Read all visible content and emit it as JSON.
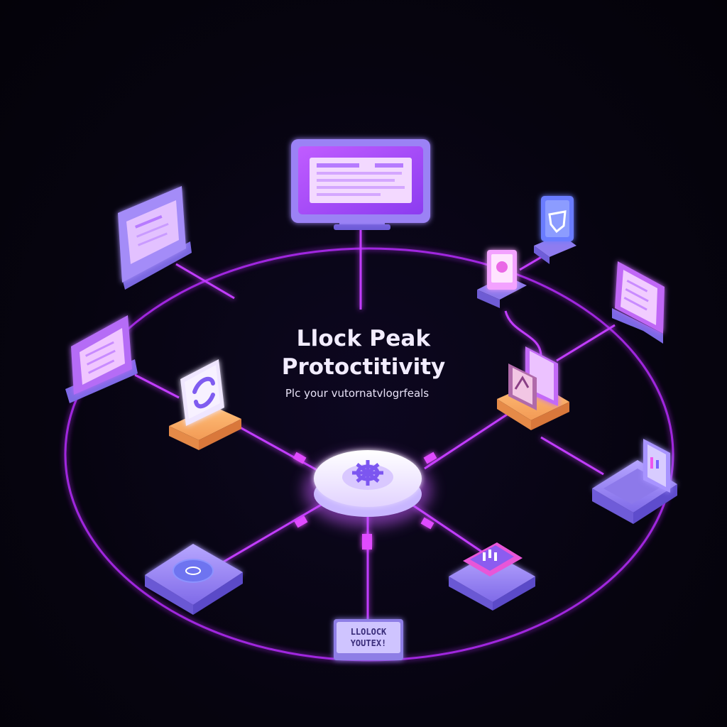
{
  "headline": {
    "title_line1": "Llock Peak",
    "title_line2": "Protoctitivity",
    "subtitle": "Plc your vutornatvlogrfeals"
  },
  "bottom_card": {
    "line1": "LLOLOCK",
    "line2": "YOUTEX!"
  },
  "colors": {
    "background": "#05030f",
    "neon_line": "#c23cff",
    "card_lavender": "#9d8cf2",
    "card_pink": "#ee6cf2",
    "card_orange": "#ffb36a",
    "hub_white": "#f4ecff"
  },
  "icons": {
    "hub": "gear-icon",
    "left_tile": "sync-arrows-icon",
    "right_tile": "chart-icon",
    "top_right_small": "shield-icon",
    "bottom_left_pad": "disc-icon",
    "bottom_right_pad": "tag-icon"
  }
}
